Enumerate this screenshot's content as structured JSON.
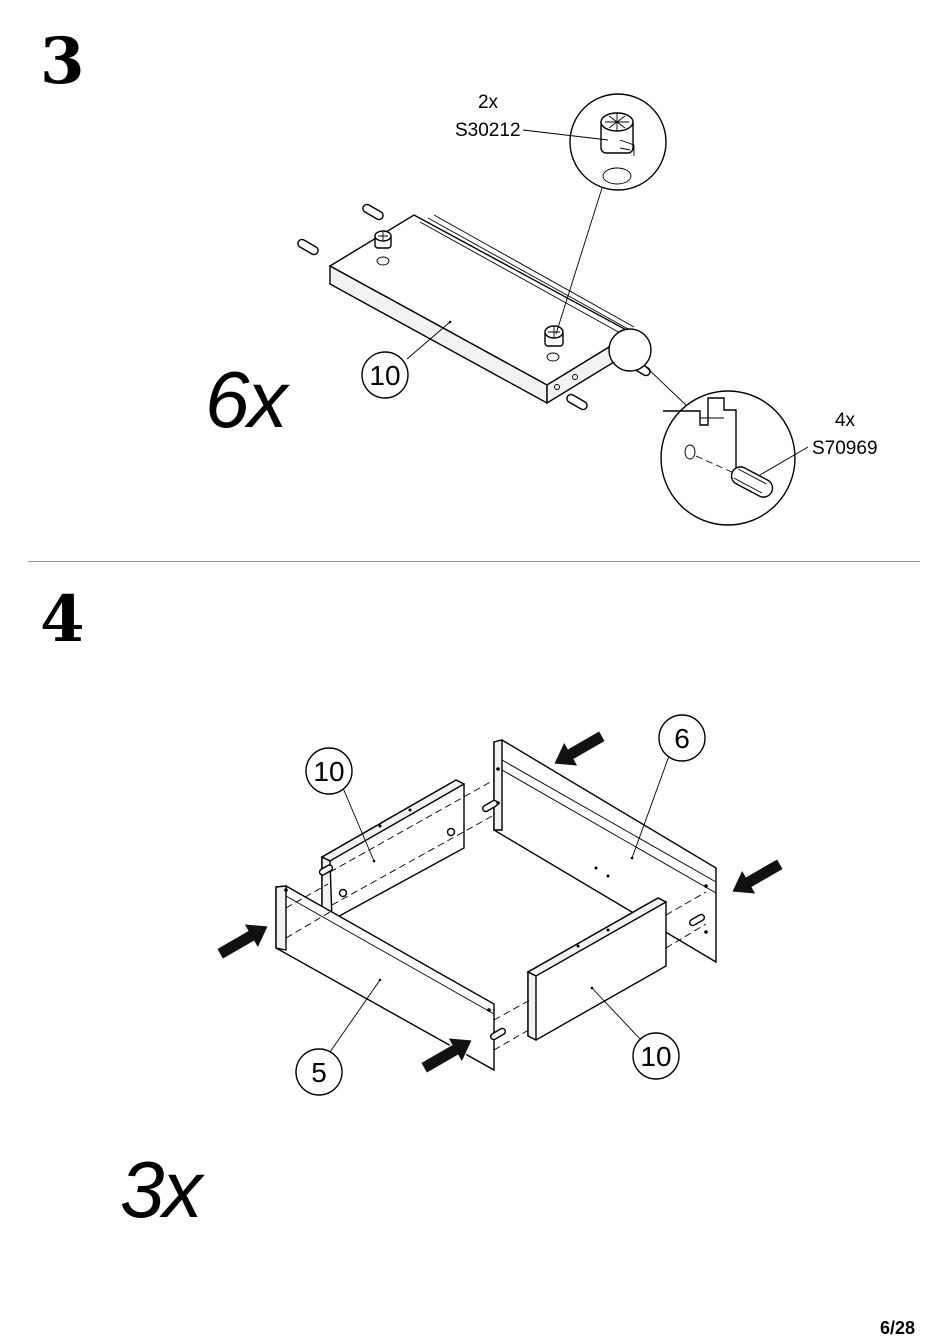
{
  "steps": [
    {
      "number": "3",
      "quantity": "6x",
      "part_callouts": [
        "10"
      ],
      "hardware": [
        {
          "count": "2x",
          "code": "S30212",
          "icon": "cam-lock-fitting-icon"
        },
        {
          "count": "4x",
          "code": "S70969",
          "icon": "wooden-dowel-icon"
        }
      ]
    },
    {
      "number": "4",
      "quantity": "3x",
      "part_callouts": [
        "10",
        "6",
        "5",
        "10"
      ]
    }
  ],
  "page": "6/28"
}
